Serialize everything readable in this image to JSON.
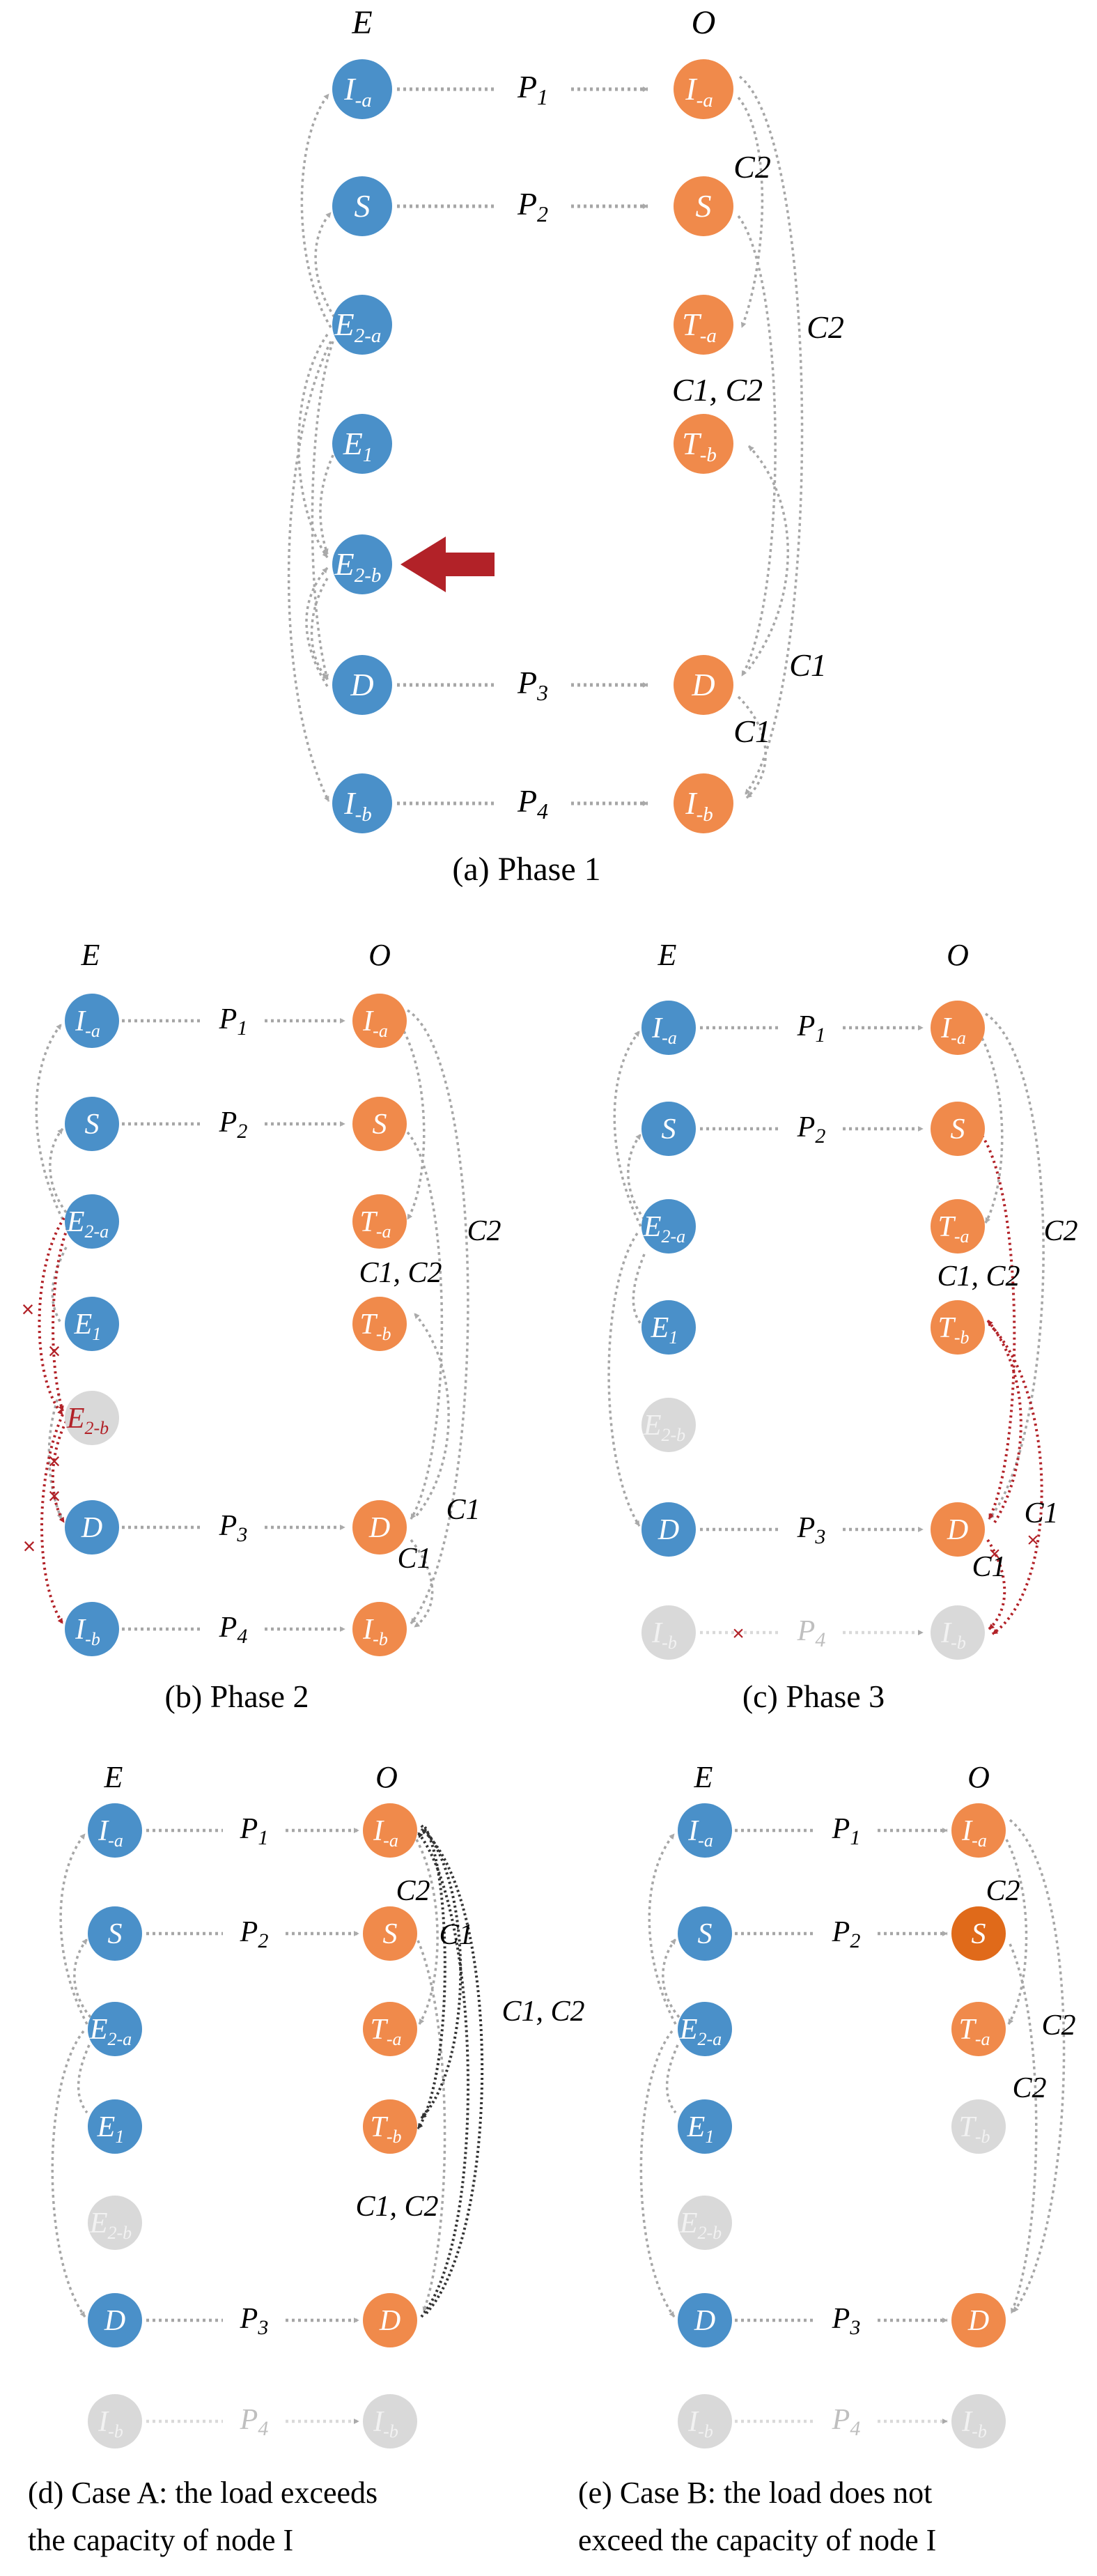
{
  "colors": {
    "blue": "#4A90C9",
    "orange": "#F08A4B",
    "dark_orange": "#E06A1A",
    "gray": "#D9D9D9",
    "arrow_gray": "#AAAAAA",
    "edge_gray": "#A6A6A6",
    "red": "#B22228",
    "black": "#333333",
    "faded_text": "#BFBFBF"
  },
  "panels": [
    {
      "id": "a",
      "caption": "(a) Phase 1",
      "headers": [
        "E",
        "O"
      ],
      "nodes": [
        {
          "id": "E_Ia",
          "main": "I",
          "sub": "-a",
          "state": "blue"
        },
        {
          "id": "E_S",
          "main": "S",
          "sub": "",
          "state": "blue"
        },
        {
          "id": "E_E2a",
          "main": "E",
          "sub": "2-a",
          "state": "blue"
        },
        {
          "id": "E_E1",
          "main": "E",
          "sub": "1",
          "state": "blue"
        },
        {
          "id": "E_E2b",
          "main": "E",
          "sub": "2-b",
          "state": "blue"
        },
        {
          "id": "E_D",
          "main": "D",
          "sub": "",
          "state": "blue"
        },
        {
          "id": "E_Ib",
          "main": "I",
          "sub": "-b",
          "state": "blue"
        },
        {
          "id": "O_Ia",
          "main": "I",
          "sub": "-a",
          "state": "orange"
        },
        {
          "id": "O_S",
          "main": "S",
          "sub": "",
          "state": "orange"
        },
        {
          "id": "O_Ta",
          "main": "T",
          "sub": "-a",
          "state": "orange"
        },
        {
          "id": "O_Tb",
          "main": "T",
          "sub": "-b",
          "state": "orange"
        },
        {
          "id": "O_D",
          "main": "D",
          "sub": "",
          "state": "orange"
        },
        {
          "id": "O_Ib",
          "main": "I",
          "sub": "-b",
          "state": "orange"
        }
      ],
      "labels": [
        {
          "main": "P",
          "sub": "1"
        },
        {
          "main": "P",
          "sub": "2"
        },
        {
          "main": "P",
          "sub": "3"
        },
        {
          "main": "P",
          "sub": "4"
        },
        {
          "text": "C2"
        },
        {
          "text": "C2"
        },
        {
          "text": "C1, C2"
        },
        {
          "text": "C1"
        },
        {
          "text": "C1"
        }
      ]
    },
    {
      "id": "b",
      "caption": "(b) Phase 2",
      "headers": [
        "E",
        "O"
      ],
      "nodes": [
        {
          "id": "E_Ia",
          "main": "I",
          "sub": "-a",
          "state": "blue"
        },
        {
          "id": "E_S",
          "main": "S",
          "sub": "",
          "state": "blue"
        },
        {
          "id": "E_E2a",
          "main": "E",
          "sub": "2-a",
          "state": "blue"
        },
        {
          "id": "E_E1",
          "main": "E",
          "sub": "1",
          "state": "blue"
        },
        {
          "id": "E_E2b",
          "main": "E",
          "sub": "2-b",
          "state": "gray_red"
        },
        {
          "id": "E_D",
          "main": "D",
          "sub": "",
          "state": "blue"
        },
        {
          "id": "E_Ib",
          "main": "I",
          "sub": "-b",
          "state": "blue"
        },
        {
          "id": "O_Ia",
          "main": "I",
          "sub": "-a",
          "state": "orange"
        },
        {
          "id": "O_S",
          "main": "S",
          "sub": "",
          "state": "orange"
        },
        {
          "id": "O_Ta",
          "main": "T",
          "sub": "-a",
          "state": "orange"
        },
        {
          "id": "O_Tb",
          "main": "T",
          "sub": "-b",
          "state": "orange"
        },
        {
          "id": "O_D",
          "main": "D",
          "sub": "",
          "state": "orange"
        },
        {
          "id": "O_Ib",
          "main": "I",
          "sub": "-b",
          "state": "orange"
        }
      ],
      "labels": [
        {
          "main": "P",
          "sub": "1"
        },
        {
          "main": "P",
          "sub": "2"
        },
        {
          "main": "P",
          "sub": "3"
        },
        {
          "main": "P",
          "sub": "4"
        },
        {
          "text": "C2"
        },
        {
          "text": "C1, C2"
        },
        {
          "text": "C1"
        },
        {
          "text": "C1"
        }
      ]
    },
    {
      "id": "c",
      "caption": "(c) Phase 3",
      "headers": [
        "E",
        "O"
      ],
      "nodes": [
        {
          "id": "E_Ia",
          "main": "I",
          "sub": "-a",
          "state": "blue"
        },
        {
          "id": "E_S",
          "main": "S",
          "sub": "",
          "state": "blue"
        },
        {
          "id": "E_E2a",
          "main": "E",
          "sub": "2-a",
          "state": "blue"
        },
        {
          "id": "E_E1",
          "main": "E",
          "sub": "1",
          "state": "blue"
        },
        {
          "id": "E_E2b",
          "main": "E",
          "sub": "2-b",
          "state": "gray"
        },
        {
          "id": "E_D",
          "main": "D",
          "sub": "",
          "state": "blue"
        },
        {
          "id": "E_Ib",
          "main": "I",
          "sub": "-b",
          "state": "gray"
        },
        {
          "id": "O_Ia",
          "main": "I",
          "sub": "-a",
          "state": "orange"
        },
        {
          "id": "O_S",
          "main": "S",
          "sub": "",
          "state": "orange"
        },
        {
          "id": "O_Ta",
          "main": "T",
          "sub": "-a",
          "state": "orange"
        },
        {
          "id": "O_Tb",
          "main": "T",
          "sub": "-b",
          "state": "orange"
        },
        {
          "id": "O_D",
          "main": "D",
          "sub": "",
          "state": "orange"
        },
        {
          "id": "O_Ib",
          "main": "I",
          "sub": "-b",
          "state": "gray"
        }
      ],
      "labels": [
        {
          "main": "P",
          "sub": "1"
        },
        {
          "main": "P",
          "sub": "2"
        },
        {
          "main": "P",
          "sub": "3"
        },
        {
          "main": "P",
          "sub": "4"
        },
        {
          "text": "C2"
        },
        {
          "text": "C1, C2"
        },
        {
          "text": "C1"
        },
        {
          "text": "C1"
        }
      ]
    },
    {
      "id": "d",
      "caption_lines": [
        "(d) Case A: the load exceeds",
        "the capacity of node I"
      ],
      "headers": [
        "E",
        "O"
      ],
      "nodes": [
        {
          "id": "E_Ia",
          "main": "I",
          "sub": "-a",
          "state": "blue"
        },
        {
          "id": "E_S",
          "main": "S",
          "sub": "",
          "state": "blue"
        },
        {
          "id": "E_E2a",
          "main": "E",
          "sub": "2-a",
          "state": "blue"
        },
        {
          "id": "E_E1",
          "main": "E",
          "sub": "1",
          "state": "blue"
        },
        {
          "id": "E_E2b",
          "main": "E",
          "sub": "2-b",
          "state": "gray"
        },
        {
          "id": "E_D",
          "main": "D",
          "sub": "",
          "state": "blue"
        },
        {
          "id": "E_Ib",
          "main": "I",
          "sub": "-b",
          "state": "gray"
        },
        {
          "id": "O_Ia",
          "main": "I",
          "sub": "-a",
          "state": "orange"
        },
        {
          "id": "O_S",
          "main": "S",
          "sub": "",
          "state": "orange"
        },
        {
          "id": "O_Ta",
          "main": "T",
          "sub": "-a",
          "state": "orange"
        },
        {
          "id": "O_Tb",
          "main": "T",
          "sub": "-b",
          "state": "orange"
        },
        {
          "id": "O_D",
          "main": "D",
          "sub": "",
          "state": "orange"
        },
        {
          "id": "O_Ib",
          "main": "I",
          "sub": "-b",
          "state": "gray"
        }
      ],
      "labels": [
        {
          "main": "P",
          "sub": "1"
        },
        {
          "main": "P",
          "sub": "2"
        },
        {
          "main": "P",
          "sub": "3"
        },
        {
          "main": "P",
          "sub": "4"
        },
        {
          "text": "C2"
        },
        {
          "text": "C1"
        },
        {
          "text": "C1, C2"
        },
        {
          "text": "C1, C2"
        }
      ]
    },
    {
      "id": "e",
      "caption_lines": [
        "(e) Case B: the load does not",
        "exceed the capacity of node I"
      ],
      "headers": [
        "E",
        "O"
      ],
      "nodes": [
        {
          "id": "E_Ia",
          "main": "I",
          "sub": "-a",
          "state": "blue"
        },
        {
          "id": "E_S",
          "main": "S",
          "sub": "",
          "state": "blue"
        },
        {
          "id": "E_E2a",
          "main": "E",
          "sub": "2-a",
          "state": "blue"
        },
        {
          "id": "E_E1",
          "main": "E",
          "sub": "1",
          "state": "blue"
        },
        {
          "id": "E_E2b",
          "main": "E",
          "sub": "2-b",
          "state": "gray"
        },
        {
          "id": "E_D",
          "main": "D",
          "sub": "",
          "state": "blue"
        },
        {
          "id": "E_Ib",
          "main": "I",
          "sub": "-b",
          "state": "gray"
        },
        {
          "id": "O_Ia",
          "main": "I",
          "sub": "-a",
          "state": "orange"
        },
        {
          "id": "O_S",
          "main": "S",
          "sub": "",
          "state": "dark_orange"
        },
        {
          "id": "O_Ta",
          "main": "T",
          "sub": "-a",
          "state": "orange"
        },
        {
          "id": "O_Tb",
          "main": "T",
          "sub": "-b",
          "state": "gray"
        },
        {
          "id": "O_D",
          "main": "D",
          "sub": "",
          "state": "orange"
        },
        {
          "id": "O_Ib",
          "main": "I",
          "sub": "-b",
          "state": "gray"
        }
      ],
      "labels": [
        {
          "main": "P",
          "sub": "1"
        },
        {
          "main": "P",
          "sub": "2"
        },
        {
          "main": "P",
          "sub": "3"
        },
        {
          "main": "P",
          "sub": "4"
        },
        {
          "text": "C2"
        },
        {
          "text": "C2"
        },
        {
          "text": "C2"
        }
      ]
    }
  ]
}
